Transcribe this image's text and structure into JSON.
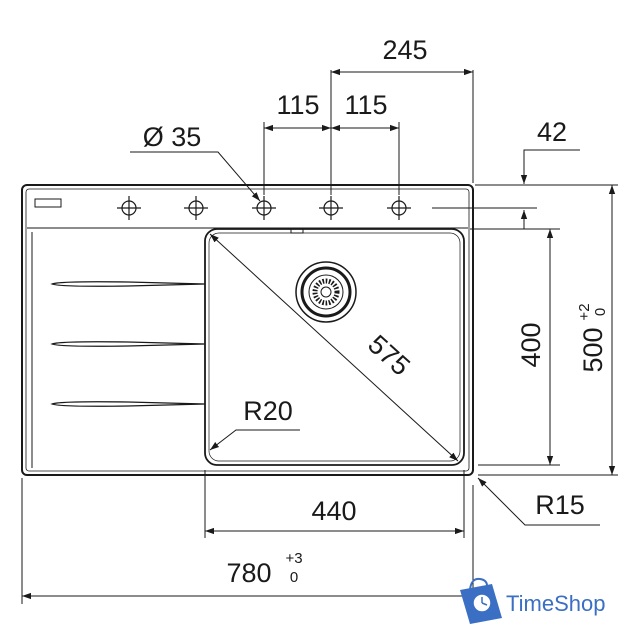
{
  "drawing": {
    "hole_diameter": "Ø 35",
    "top_span": "245",
    "hole_spacing_left": "115",
    "hole_spacing_right": "115",
    "rim_offset": "42",
    "bowl_depth": "400",
    "overall_depth": "500",
    "overall_depth_tol_upper": "+2",
    "overall_depth_tol_lower": "0",
    "bowl_diagonal": "575",
    "bowl_radius": "R20",
    "bowl_width": "440",
    "corner_radius": "R15",
    "overall_width": "780",
    "overall_width_tol_upper": "+3",
    "overall_width_tol_lower": "0"
  },
  "brand": {
    "name": "TimeShop",
    "color": "#3a6fc4"
  }
}
